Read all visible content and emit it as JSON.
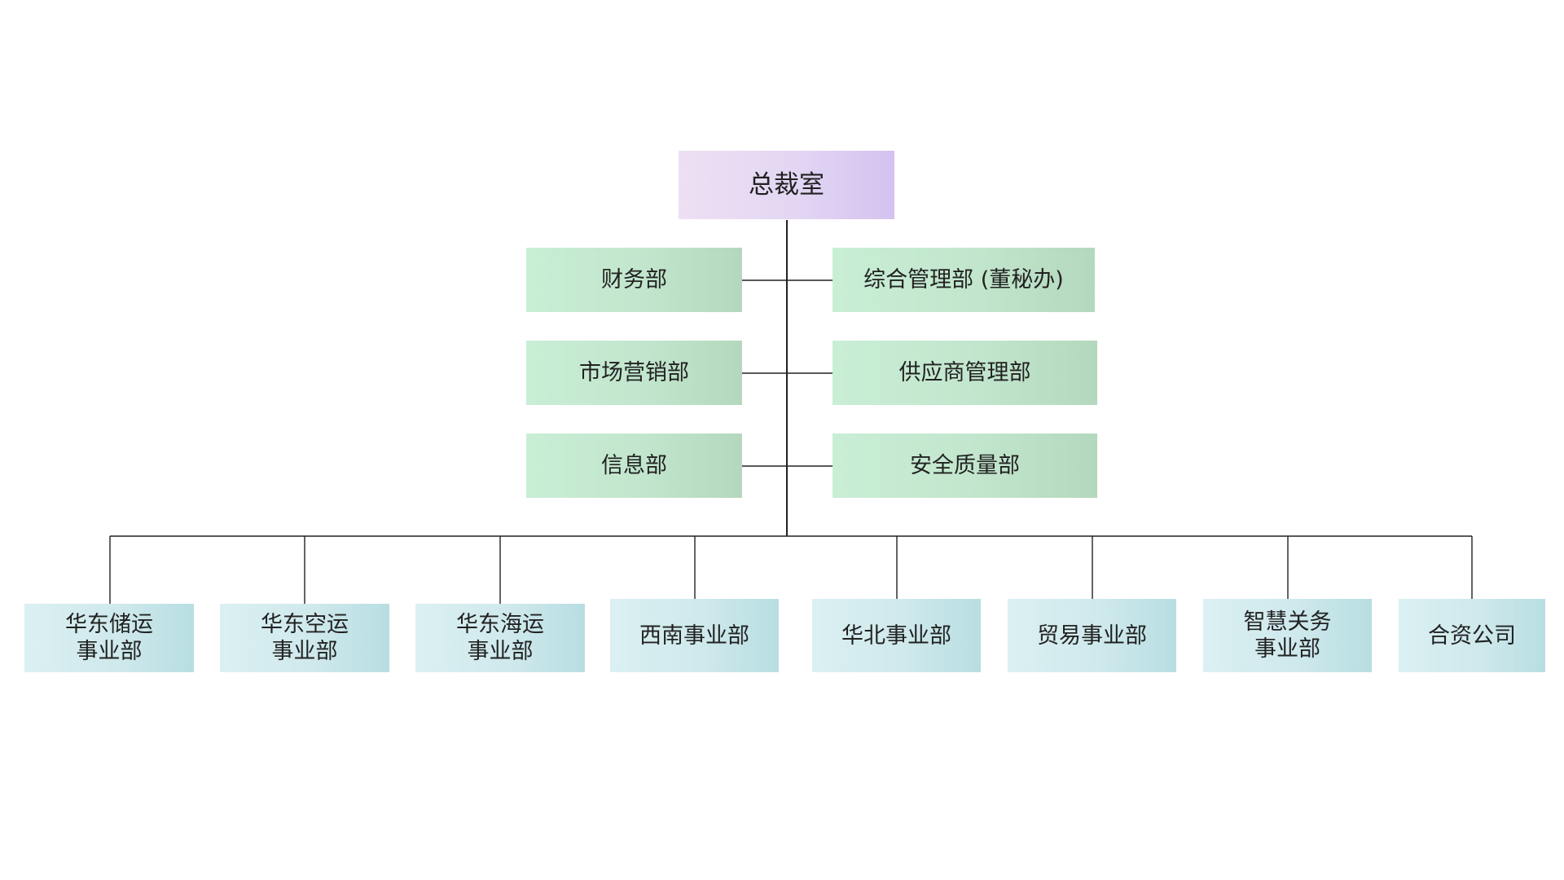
{
  "chart": {
    "root": "总裁室",
    "staff_left": [
      "财务部",
      "市场营销部",
      "信息部"
    ],
    "staff_right": [
      "综合管理部 (董秘办)",
      "供应商管理部",
      "安全质量部"
    ],
    "divisions": [
      "华东储运\n事业部",
      "华东空运\n事业部",
      "华东海运\n事业部",
      "西南事业部",
      "华北事业部",
      "贸易事业部",
      "智慧关务\n事业部",
      "合资公司"
    ]
  },
  "colors": {
    "root_fill": "#e3d6f3",
    "staff_fill": "#c2e6cd",
    "division_fill": "#cfe9ec",
    "connector": "#222222"
  }
}
